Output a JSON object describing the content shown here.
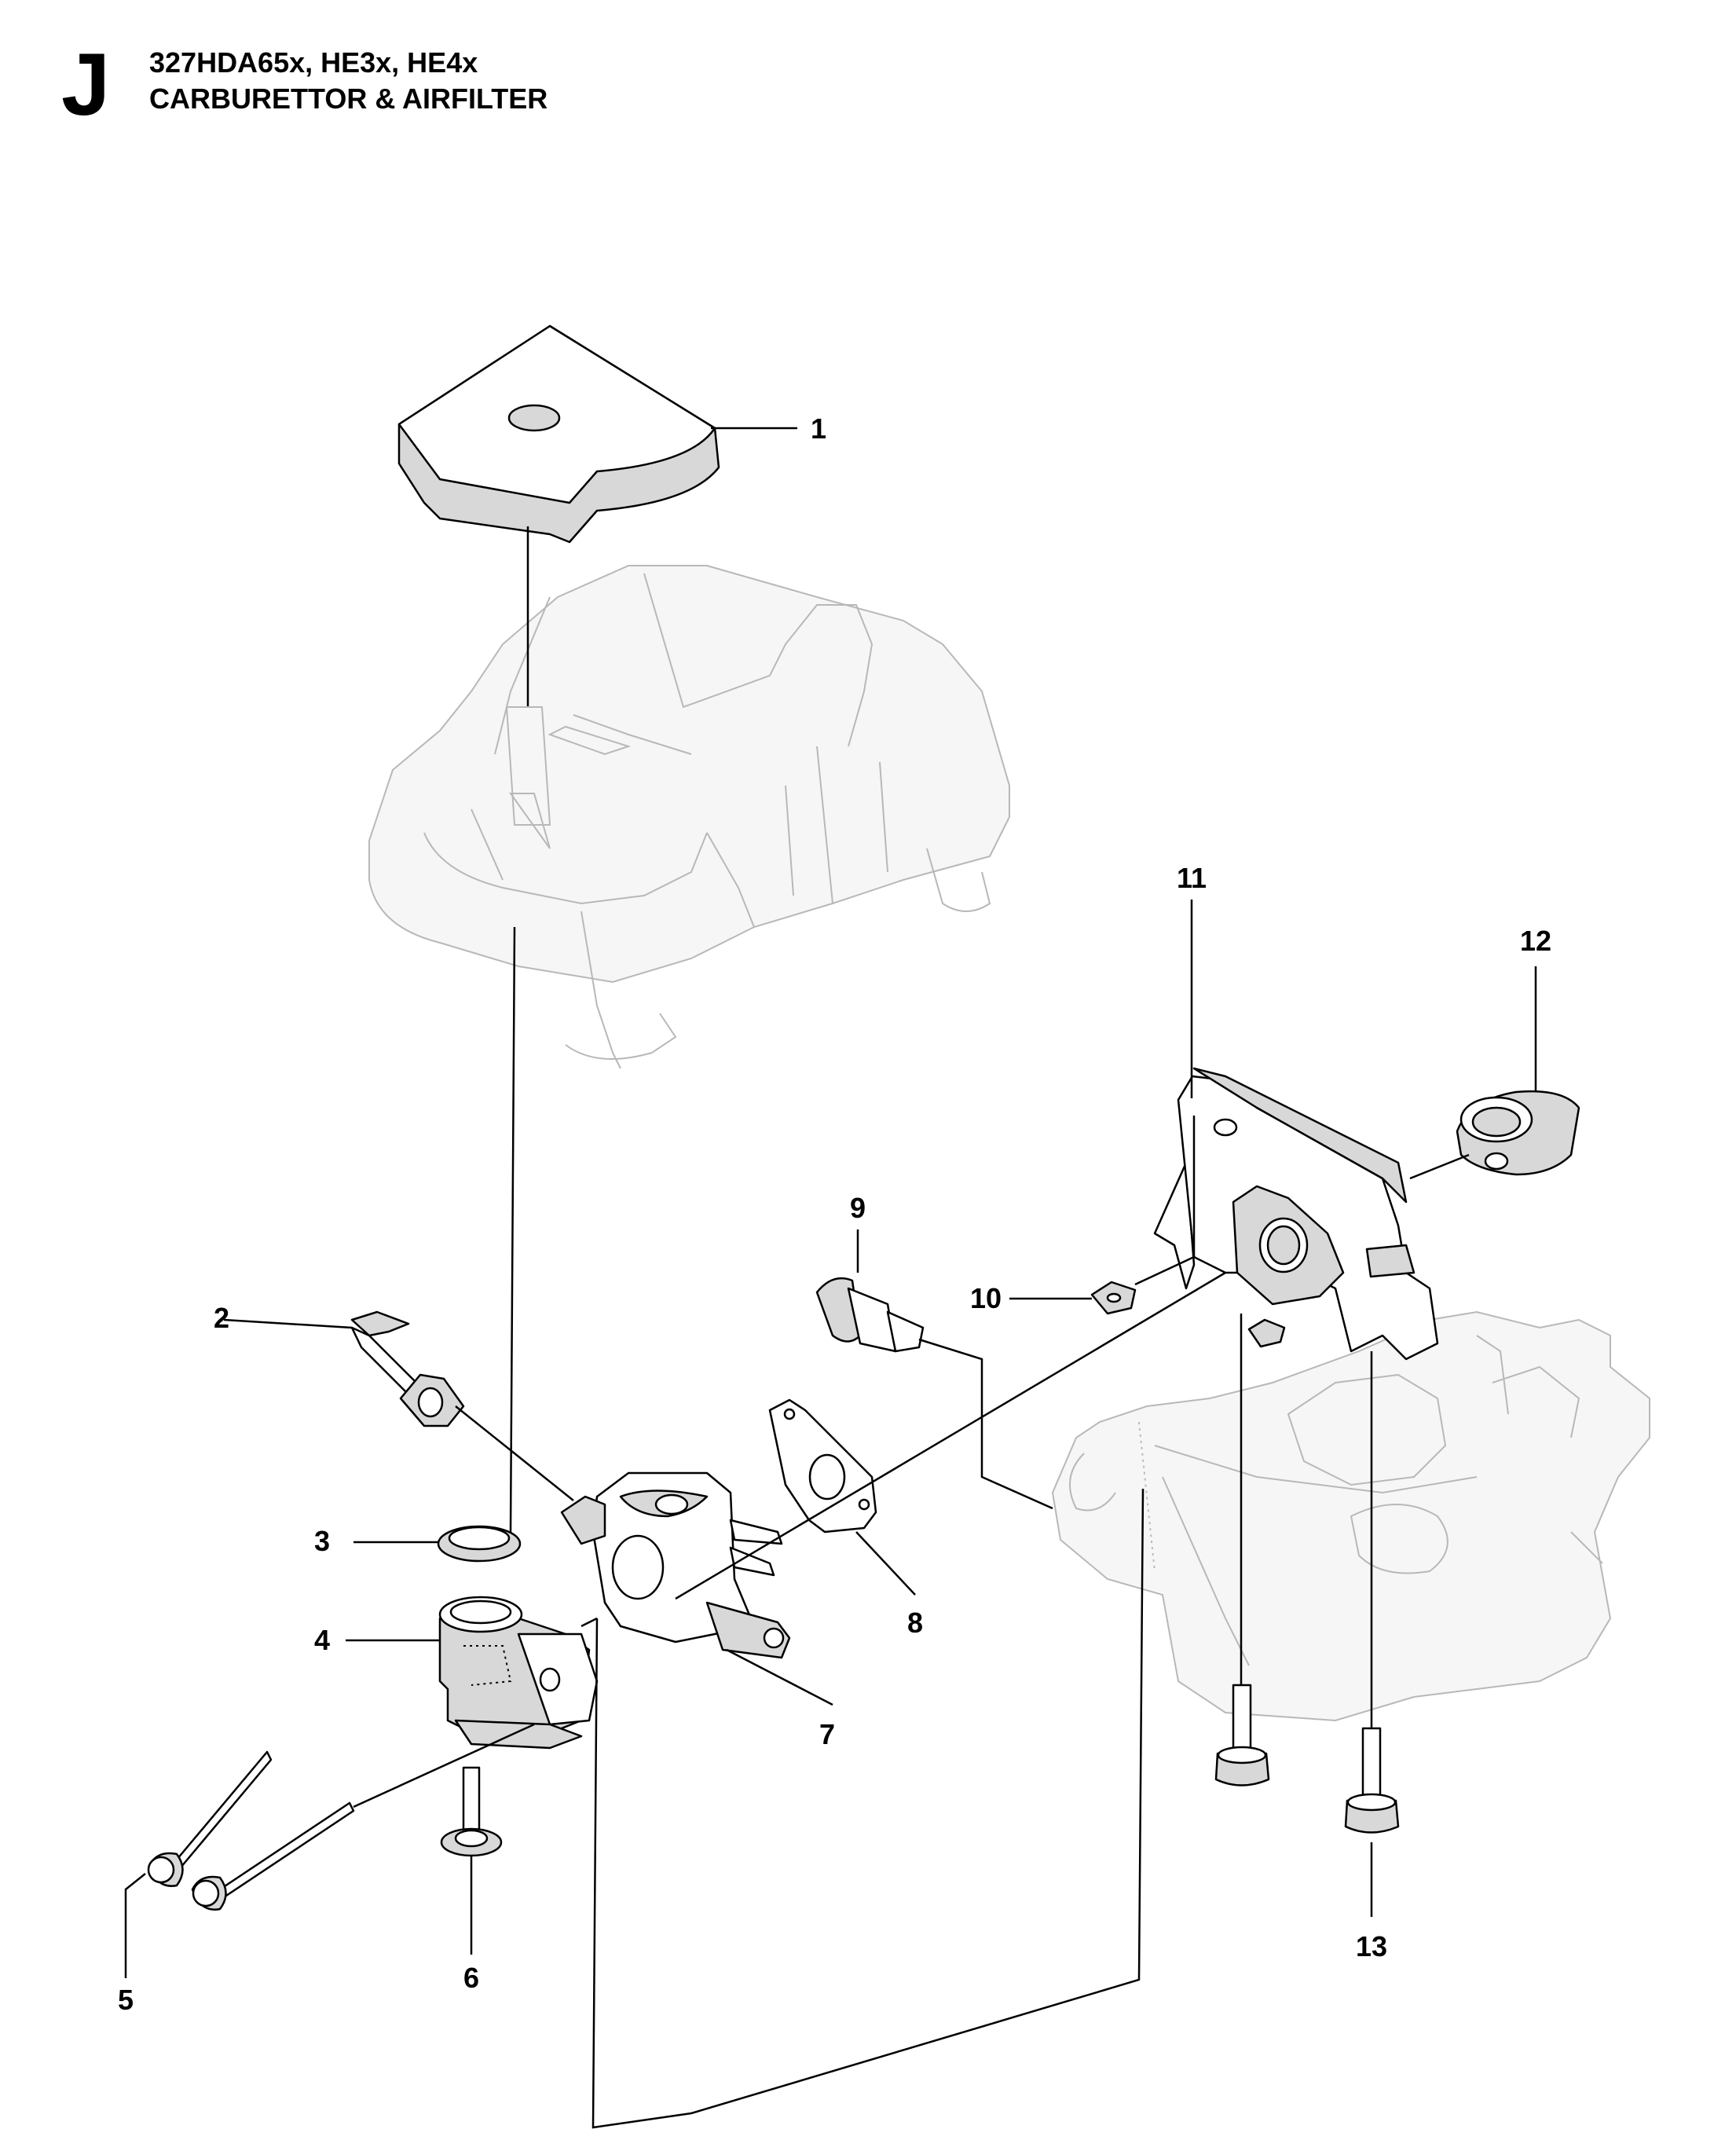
{
  "header": {
    "section_letter": "J",
    "model_line": "327HDA65x, HE3x, HE4x",
    "title": "CARBURETTOR & AIRFILTER"
  },
  "callouts": {
    "c1": "1",
    "c2": "2",
    "c3": "3",
    "c4": "4",
    "c5": "5",
    "c6": "6",
    "c7": "7",
    "c8": "8",
    "c9": "9",
    "c10": "10",
    "c11": "11",
    "c12": "12",
    "c13": "13"
  }
}
